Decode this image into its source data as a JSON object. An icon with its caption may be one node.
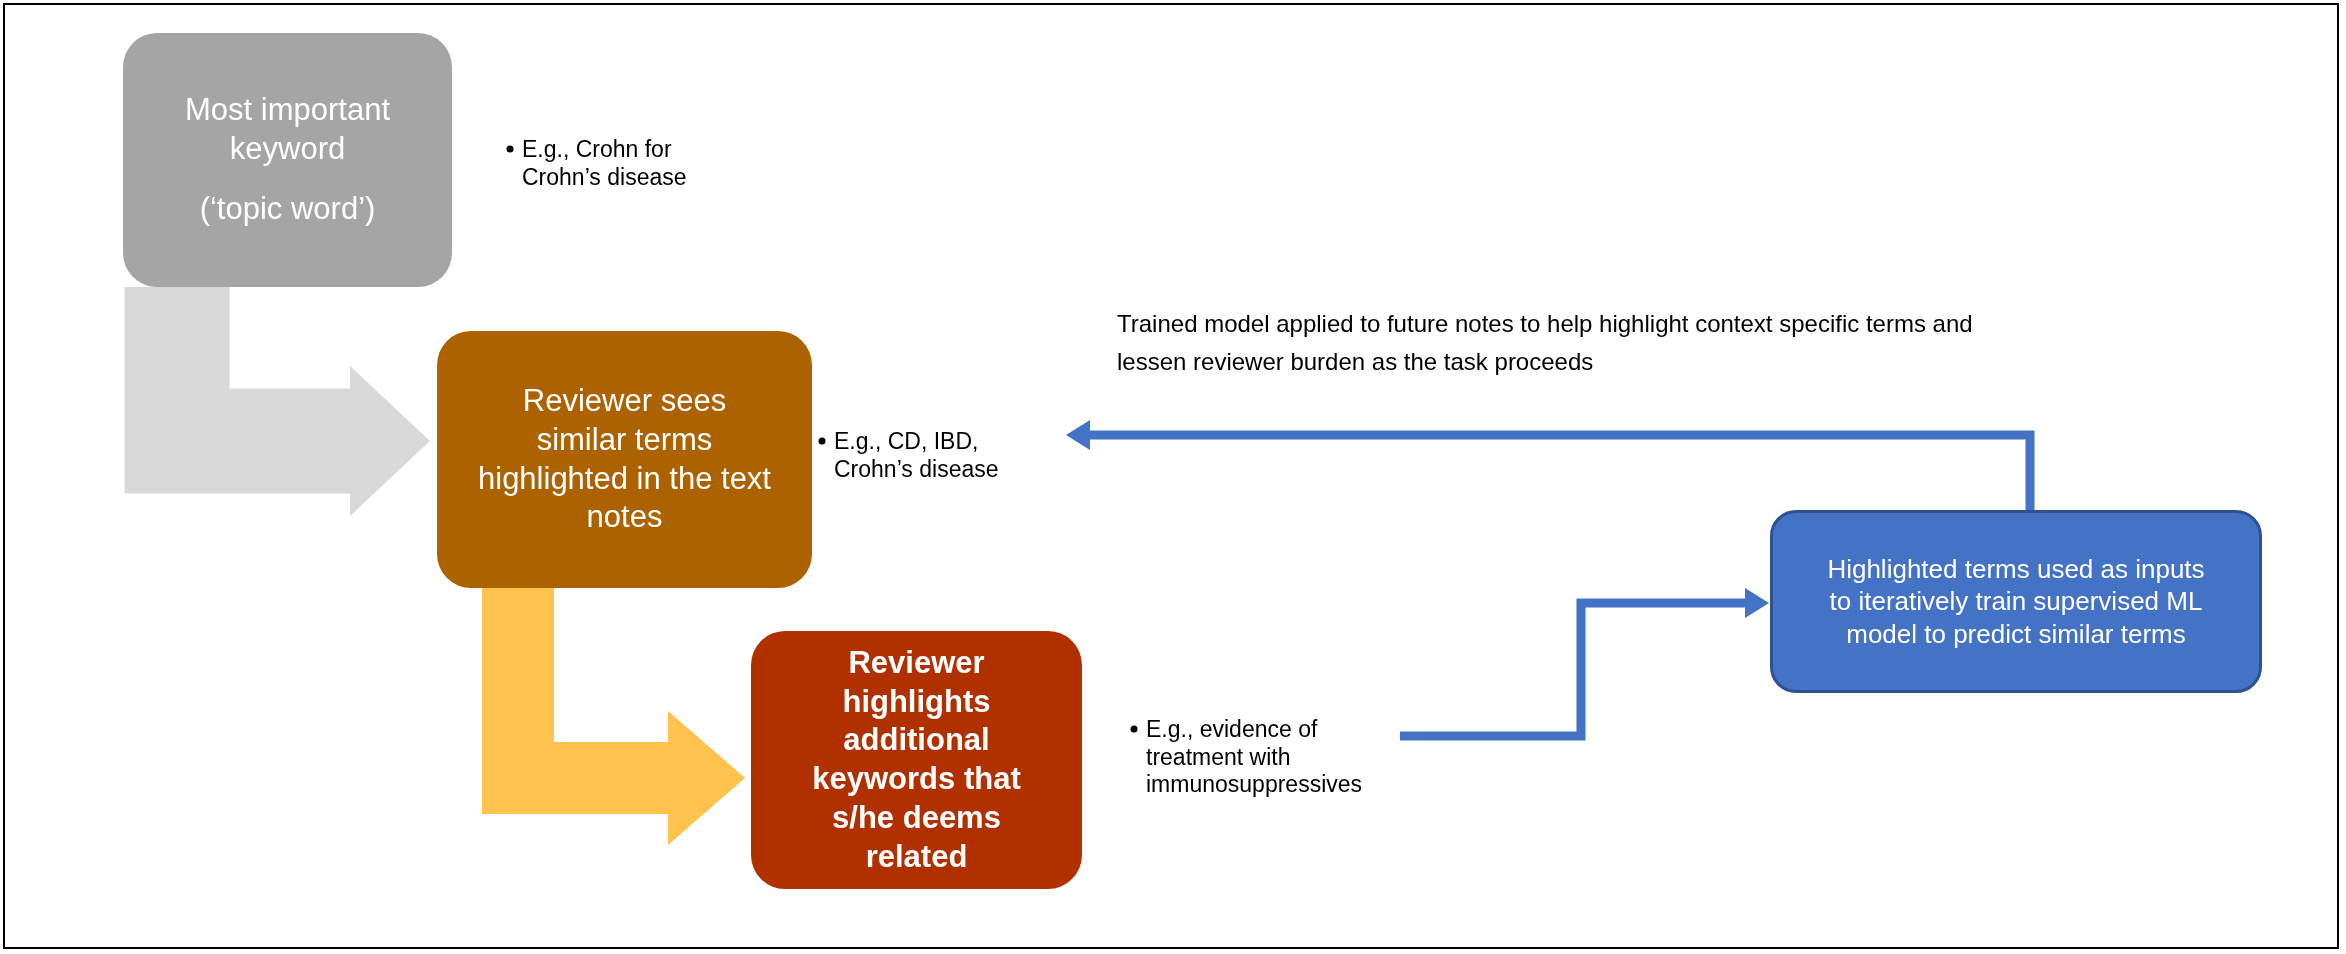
{
  "diagram": {
    "nodes": [
      {
        "text": [
          "Most important keyword",
          "(‘topic word’)"
        ],
        "beside": [
          "E.g., Crohn for Crohn’s disease"
        ]
      },
      {
        "text": [
          "Reviewer sees similar terms highlighted in the text notes"
        ],
        "beside": [
          "E.g., CD, IBD, Crohn’s disease"
        ]
      },
      {
        "text": [
          "Reviewer highlights additional keywords that s/he deems related"
        ],
        "beside": [
          "E.g., evidence of treatment with immunosuppressives"
        ]
      },
      {
        "text": [
          "Highlighted terms used as inputs to iteratively train supervised ML model to predict similar terms"
        ]
      }
    ],
    "edges": [
      {
        "from": 0,
        "to": 1,
        "arrow": "to",
        "style": "thick",
        "color": "#d9d9d9"
      },
      {
        "from": 1,
        "to": 2,
        "arrow": "to",
        "style": "thick",
        "color": "#ffc34d"
      },
      {
        "from": 2,
        "to": 3,
        "arrow": "to"
      },
      {
        "from": 3,
        "to": 1,
        "arrow": "to",
        "label": "Trained model applied to future notes to help highlight context specific terms and lessen reviewer burden as the task proceeds"
      }
    ]
  }
}
